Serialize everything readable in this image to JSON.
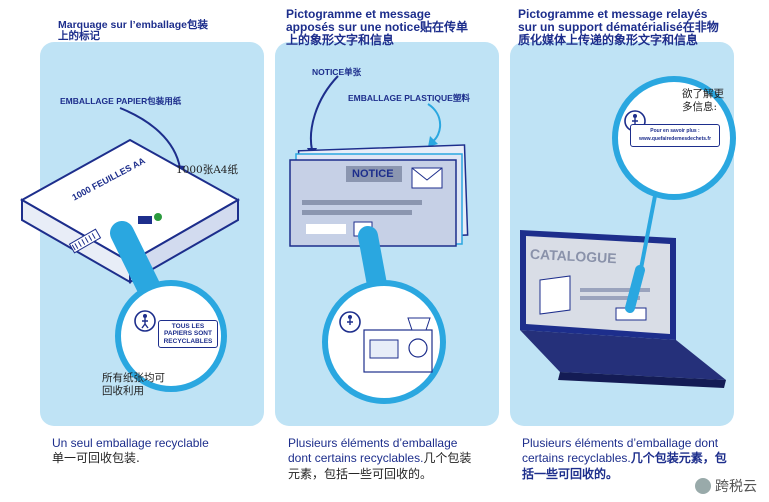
{
  "panels": [
    {
      "heading": "Marquage sur l’emballage包装上的标记",
      "footer_fr": "Un seul emballage recyclable",
      "footer_cn": "单一可回收包装."
    },
    {
      "heading": "Pictogramme et message apposés sur une notice贴在传单上的象形文字和信息",
      "footer_fr": "Plusieurs éléments d’emballage dont certains recyclables.",
      "footer_cn": "几个包装元素，包括一些可回收的。"
    },
    {
      "heading": "Pictogramme et message relayés sur un support dématérialisé在非物质化媒体上传递的象形文字和信息",
      "footer_fr": "Plusieurs éléments d’emballage dont certains recyclables.",
      "footer_cn": "几个包装元素，包括一些可回收的。"
    }
  ],
  "labels": {
    "emballage_papier": "EMBALLAGE PAPIER包装用纸",
    "box_text": "1000 FEUILLES AA",
    "box_annotation": "1000张A4纸",
    "tous_les": "TOUS LES",
    "papiers_sont": "PAPIERS SONT",
    "recyclables": "RECYCLABLES",
    "paper_annotation_1": "所有纸张均可",
    "paper_annotation_2": "回收利用",
    "notice_label": "NOTICE单张",
    "plastique_label": "EMBALLAGE PLASTIQUE塑料",
    "notice_title": "NOTICE",
    "catalogue_title": "CATALOGUE",
    "web_annotation_1": "欲了解更",
    "web_annotation_2": "多信息:",
    "pour_en_savoir": "Pour en savoir plus :",
    "web_url": "www.quefairedemesdechets.fr"
  },
  "watermark": {
    "text": "跨税云"
  },
  "colors": {
    "accent": "#2aa7e0",
    "navy": "#1d2e8c",
    "panel": "#bfe3f5"
  }
}
